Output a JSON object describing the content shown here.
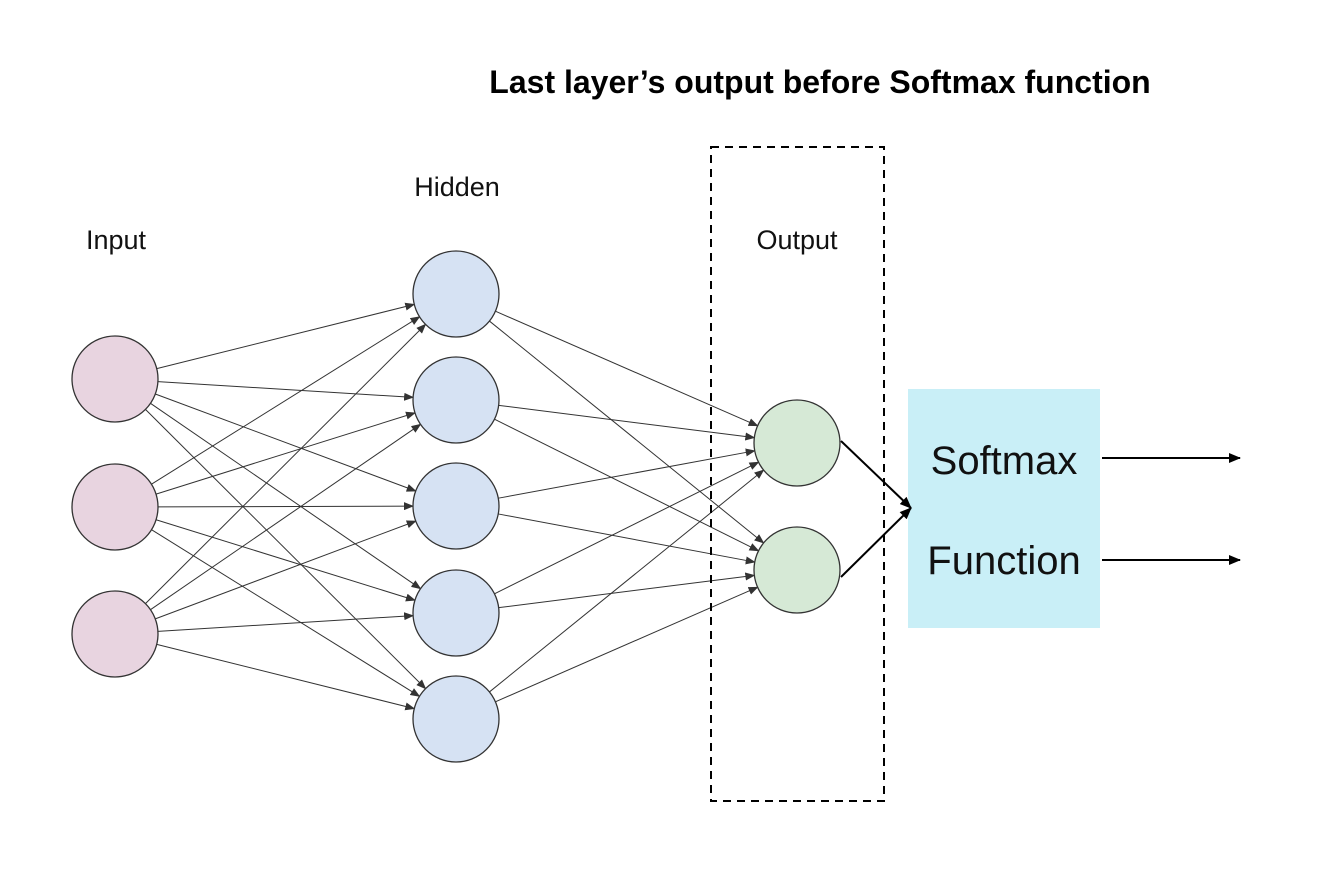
{
  "title": "Last layer’s output before Softmax function",
  "layers": {
    "input": {
      "label": "Input",
      "node_count": 3,
      "color": "#e8d4e0"
    },
    "hidden": {
      "label": "Hidden",
      "node_count": 5,
      "color": "#d6e2f3"
    },
    "output": {
      "label": "Output",
      "node_count": 2,
      "color": "#d6e9d6"
    }
  },
  "softmax_box": {
    "line1": "Softmax",
    "line2": "Function",
    "color": "#c9eff7"
  },
  "output_arrow_count": 2
}
